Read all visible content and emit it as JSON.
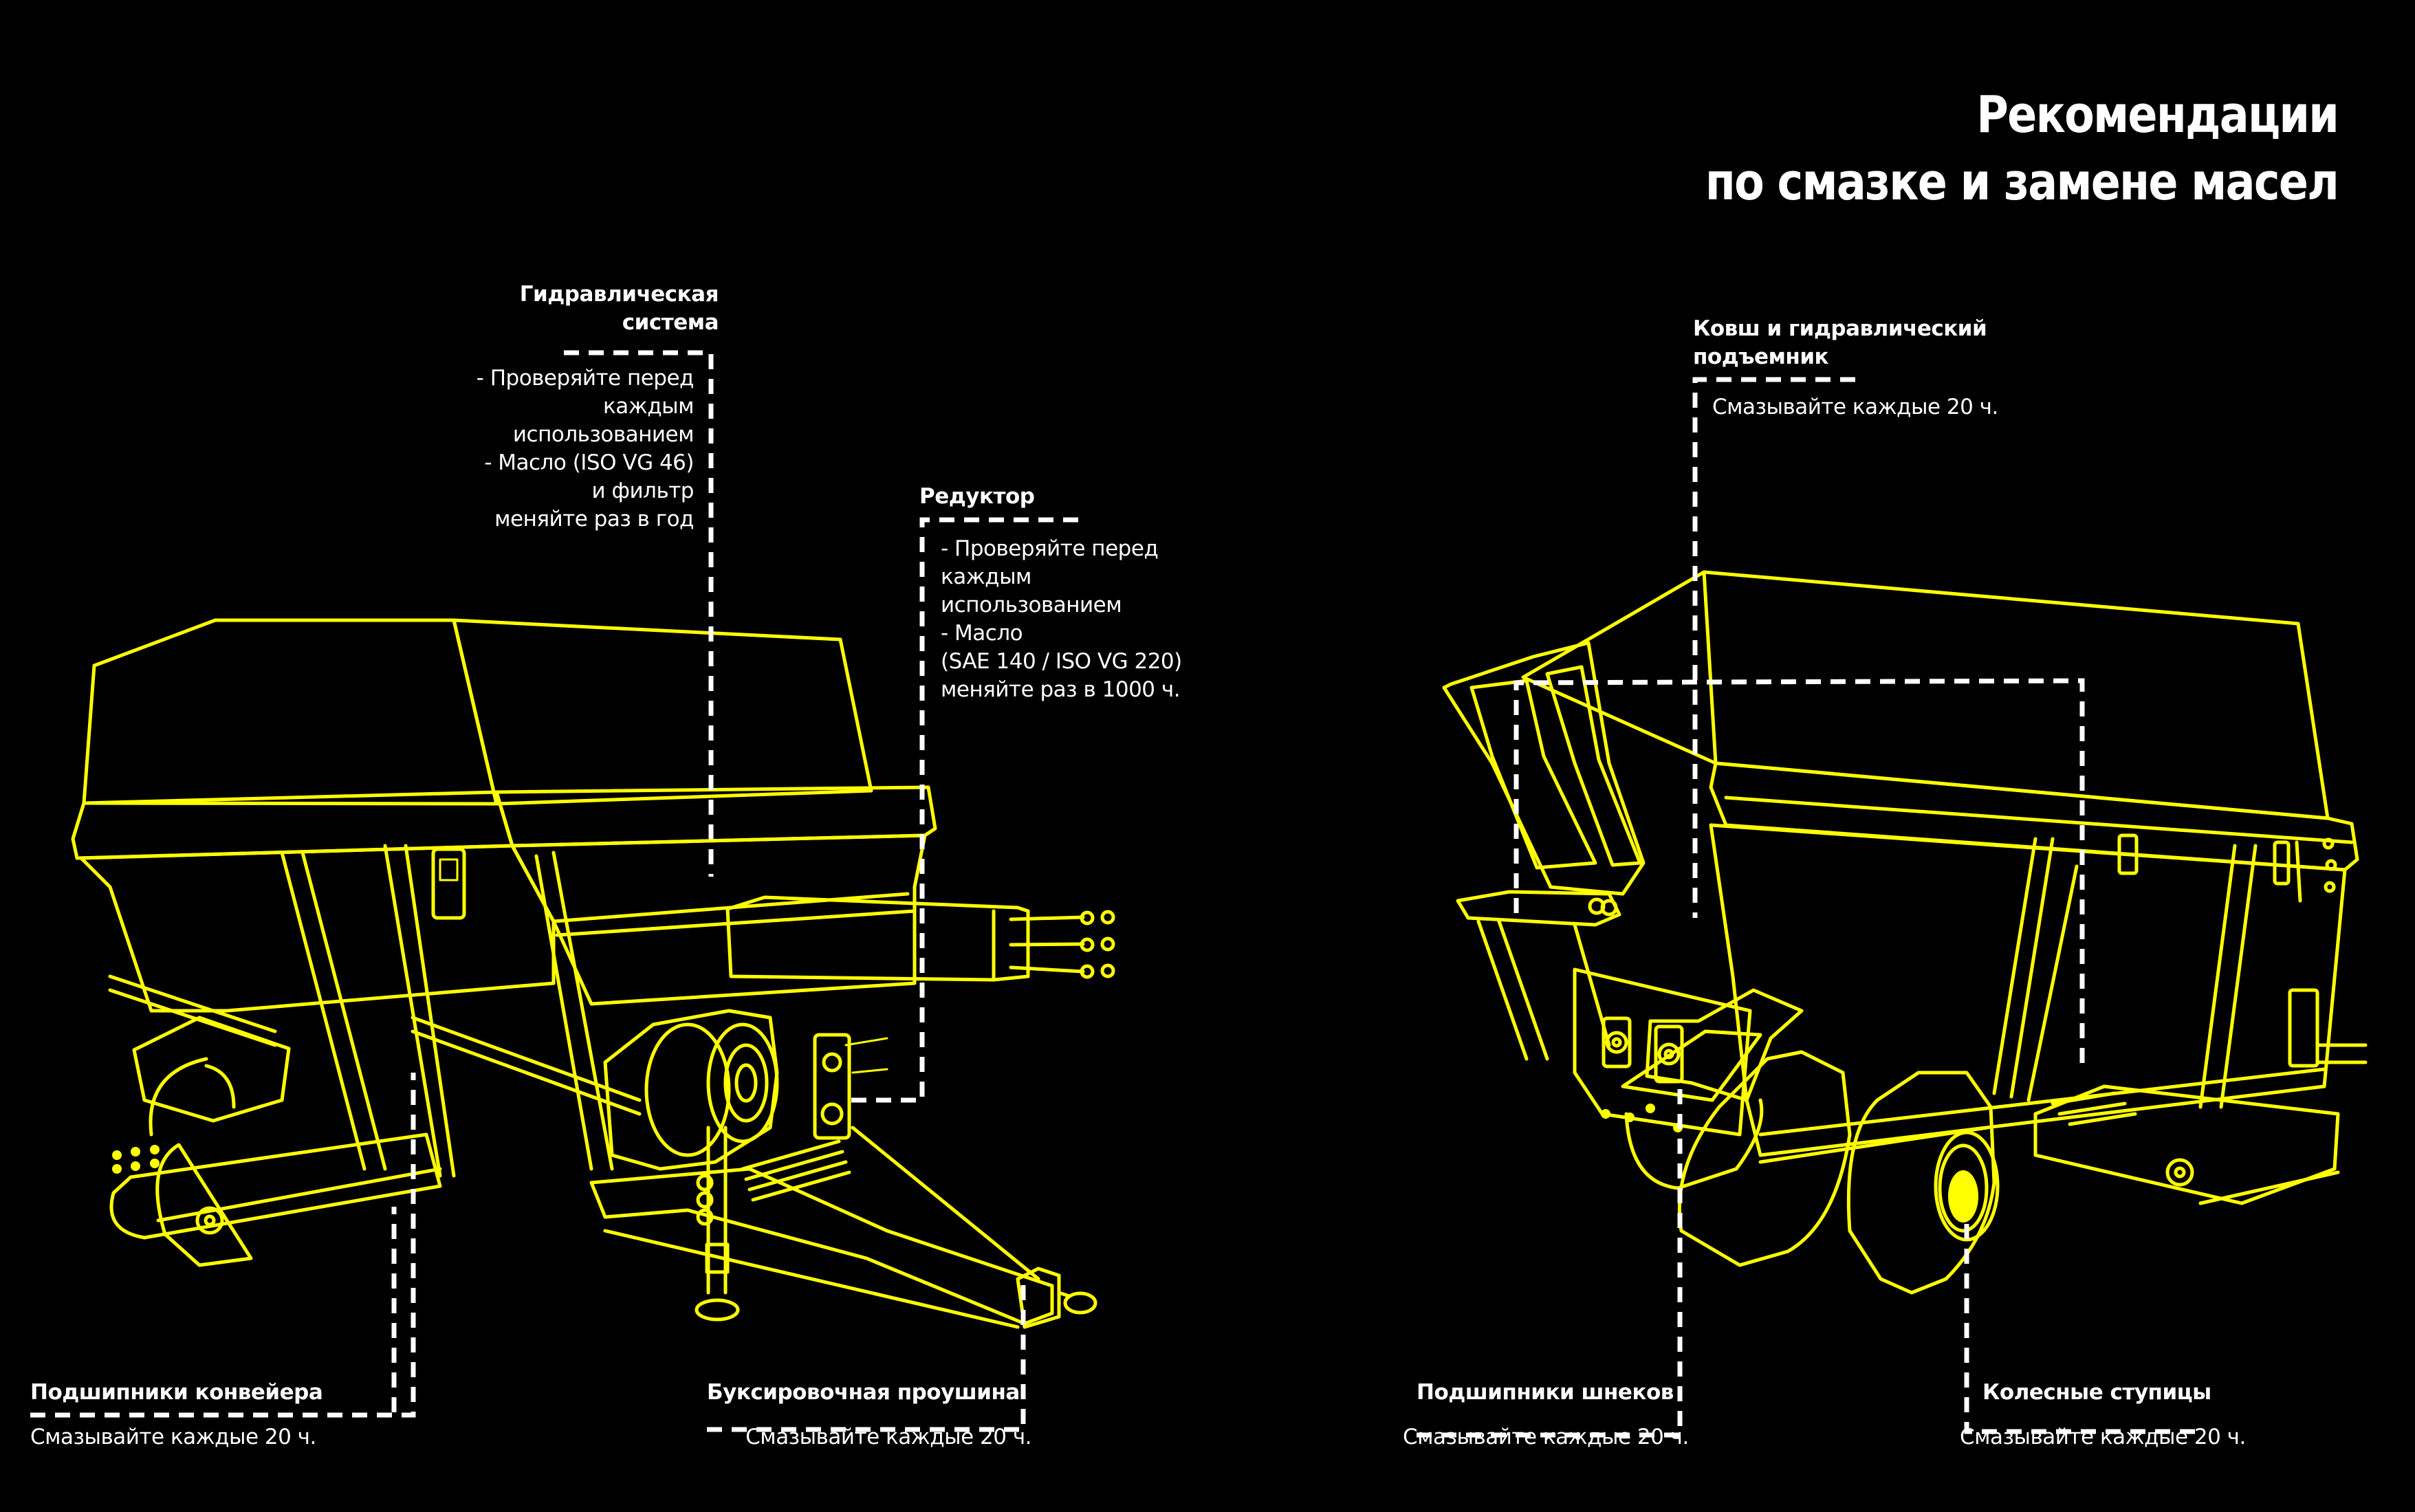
{
  "page": {
    "title_lines": [
      "Рекомендации",
      "по смазке и замене масел"
    ],
    "colors": {
      "background": "#000000",
      "drawing": "#ffff00",
      "text": "#ffffff",
      "leader_lines": "#ffffff"
    }
  },
  "callouts": {
    "hydraulic_system": {
      "heading_lines": [
        "Гидравлическая",
        "система"
      ],
      "body_lines": [
        "- Проверяйте перед",
        "каждым",
        "использованием",
        "- Масло (ISO VG 46)",
        "и фильтр",
        "меняйте раз в год"
      ]
    },
    "gearbox": {
      "heading": "Редуктор",
      "body_lines": [
        "- Проверяйте перед",
        "каждым",
        "использованием",
        "- Масло",
        "(SAE 140 / ISO VG 220)",
        "меняйте раз в 1000 ч."
      ]
    },
    "bucket_lift": {
      "heading_lines": [
        "Ковш и гидравлический",
        "подъемник"
      ],
      "body": "Смазывайте каждые 20 ч."
    },
    "conveyor_bearings": {
      "heading": "Подшипники конвейера",
      "body": "Смазывайте каждые 20 ч."
    },
    "tow_eye": {
      "heading": "Буксировочная проушина",
      "body": "Смазывайте каждые 20 ч."
    },
    "auger_bearings": {
      "heading": "Подшипники шнеков",
      "body": "Смазывайте каждые 20 ч."
    },
    "wheel_hubs": {
      "heading": "Колесные ступицы",
      "body": "Смазывайте каждые 20 ч."
    }
  },
  "illustrations": [
    {
      "name": "grain-cart-front-view",
      "style": "yellow line art"
    },
    {
      "name": "grain-cart-rear-view",
      "style": "yellow line art"
    }
  ]
}
